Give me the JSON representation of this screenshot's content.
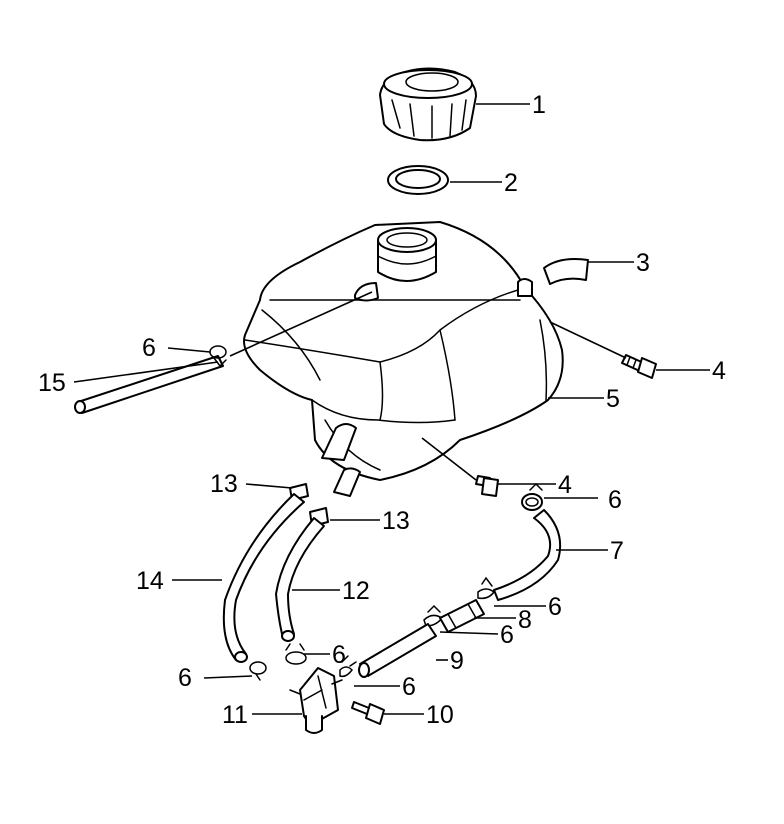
{
  "callouts": [
    {
      "id": "c1",
      "label": "1"
    },
    {
      "id": "c2",
      "label": "2"
    },
    {
      "id": "c3",
      "label": "3"
    },
    {
      "id": "c4a",
      "label": "4"
    },
    {
      "id": "c4b",
      "label": "4"
    },
    {
      "id": "c5",
      "label": "5"
    },
    {
      "id": "c6a",
      "label": "6"
    },
    {
      "id": "c6b",
      "label": "6"
    },
    {
      "id": "c6c",
      "label": "6"
    },
    {
      "id": "c6d",
      "label": "6"
    },
    {
      "id": "c6e",
      "label": "6"
    },
    {
      "id": "c6f",
      "label": "6"
    },
    {
      "id": "c6g",
      "label": "6"
    },
    {
      "id": "c7",
      "label": "7"
    },
    {
      "id": "c8",
      "label": "8"
    },
    {
      "id": "c9",
      "label": "9"
    },
    {
      "id": "c10",
      "label": "10"
    },
    {
      "id": "c11",
      "label": "11"
    },
    {
      "id": "c12",
      "label": "12"
    },
    {
      "id": "c13a",
      "label": "13"
    },
    {
      "id": "c13b",
      "label": "13"
    },
    {
      "id": "c14",
      "label": "14"
    },
    {
      "id": "c15",
      "label": "15"
    }
  ]
}
